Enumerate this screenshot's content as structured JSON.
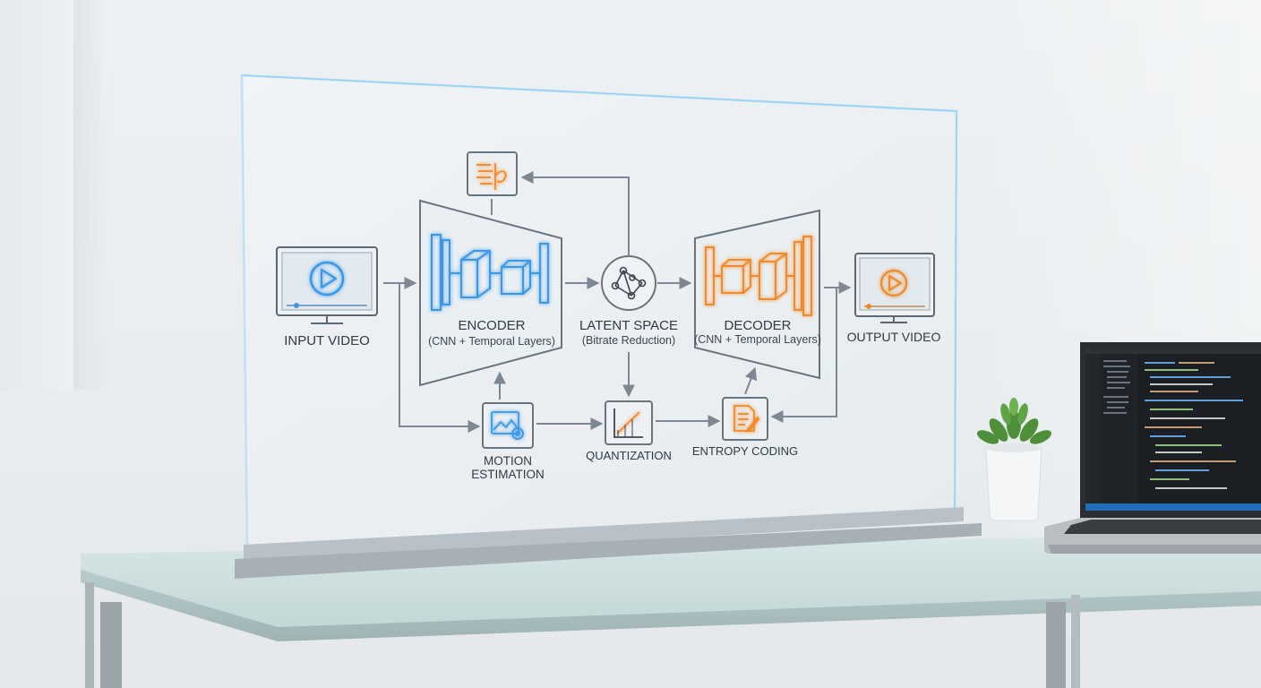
{
  "diagram": {
    "input_video": "INPUT VIDEO",
    "encoder": {
      "title": "ENCODER",
      "subtitle": "(CNN + Temporal Layers)"
    },
    "latent": {
      "title": "LATENT SPACE",
      "subtitle": "(Bitrate Reduction)"
    },
    "decoder": {
      "title": "DECODER",
      "subtitle": "(CNN + Temporal Layers)"
    },
    "output_video": "OUTPUT VIDEO",
    "motion": {
      "line1": "MOTION",
      "line2": "ESTIMATION"
    },
    "quantization": "QUANTIZATION",
    "entropy": "ENTROPY CODING"
  },
  "colors": {
    "blue_accent": "#3a97e8",
    "orange_accent": "#f08a2a",
    "line": "#7d8893",
    "text": "#2f3a44"
  },
  "icons": [
    "play-icon",
    "feature-extract-icon",
    "network-nodes-icon",
    "motion-image-gear-icon",
    "quantization-graph-icon",
    "document-pen-icon",
    "plant-icon",
    "laptop-icon"
  ]
}
